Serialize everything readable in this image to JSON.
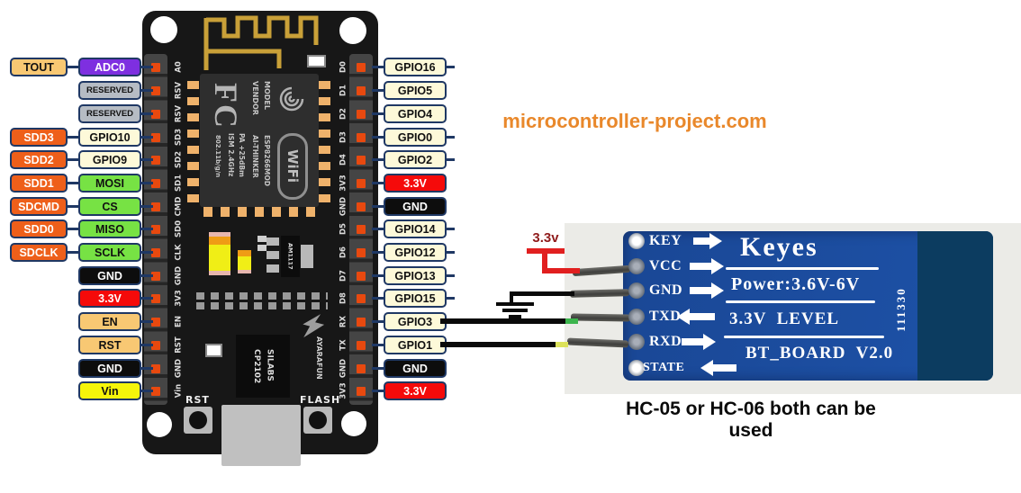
{
  "page": {
    "title": "microcontroller-project.com",
    "caption": "HC-05 or HC-06 both can be used"
  },
  "wiring": {
    "supply_label": "3.3v"
  },
  "nodemcu": {
    "left_rows": [
      {
        "outer": "TOUT",
        "inner": "ADC0"
      },
      {
        "inner": "RESERVED"
      },
      {
        "inner": "RESERVED"
      },
      {
        "outer": "SDD3",
        "inner": "GPIO10"
      },
      {
        "outer": "SDD2",
        "inner": "GPIO9"
      },
      {
        "outer": "SDD1",
        "inner": "MOSI"
      },
      {
        "outer": "SDCMD",
        "inner": "CS"
      },
      {
        "outer": "SDD0",
        "inner": "MISO"
      },
      {
        "outer": "SDCLK",
        "inner": "SCLK"
      },
      {
        "inner": "GND"
      },
      {
        "inner": "3.3V"
      },
      {
        "inner": "EN"
      },
      {
        "inner": "RST"
      },
      {
        "inner": "GND"
      },
      {
        "inner": "Vin"
      }
    ],
    "right_rows": [
      {
        "label": "GPIO16"
      },
      {
        "label": "GPIO5"
      },
      {
        "label": "GPIO4"
      },
      {
        "label": "GPIO0"
      },
      {
        "label": "GPIO2"
      },
      {
        "label": "3.3V"
      },
      {
        "label": "GND"
      },
      {
        "label": "GPIO14"
      },
      {
        "label": "GPIO12"
      },
      {
        "label": "GPIO13"
      },
      {
        "label": "GPIO15"
      },
      {
        "label": "GPIO3"
      },
      {
        "label": "GPIO1"
      },
      {
        "label": "GND"
      },
      {
        "label": "3.3V"
      }
    ],
    "left_silk": [
      "A0",
      "RSV",
      "RSV",
      "SD3",
      "SD2",
      "SD1",
      "CMD",
      "SD0",
      "CLK",
      "GND",
      "3V3",
      "EN",
      "RST",
      "GND",
      "Vin"
    ],
    "right_silk": [
      "D0",
      "D1",
      "D2",
      "D3",
      "D4",
      "3V3",
      "GND",
      "D5",
      "D6",
      "D7",
      "D8",
      "RX",
      "TX",
      "GND",
      "3V3"
    ],
    "esp": {
      "fcc": "FC",
      "model_col": "MODEL",
      "vendor_col": "VENDOR",
      "id_col": "ESP8266MOD",
      "maker_col": "AI-THINKER",
      "radio_col1": "ISM 2.4GHz",
      "radio_col2": "PA +25dBm",
      "std": "802.11b/g/n",
      "wifi": "WiFi"
    },
    "regulator": "AM1117",
    "usb_chip_line1": "SILABS",
    "usb_chip_line2": "CP2102",
    "brand": "AYARAFUN",
    "rst_button": "RST",
    "flash_button": "FLASH"
  },
  "bt_module": {
    "brand": "Keyes",
    "pins": [
      {
        "name": "KEY",
        "arrow": "right"
      },
      {
        "name": "VCC",
        "arrow": "right"
      },
      {
        "name": "GND",
        "arrow": "right"
      },
      {
        "name": "TXD",
        "arrow": "left"
      },
      {
        "name": "RXD",
        "arrow": "right"
      },
      {
        "name": "STATE",
        "arrow": "left"
      }
    ],
    "power_text": "Power:3.6V-6V",
    "level_text": "3.3V  LEVEL",
    "board_text": "BT_BOARD  V2.0",
    "serial": "111330"
  },
  "colors": {
    "accent_orange": "#e9882b",
    "wire_red": "#e11f1f",
    "wire_black": "#0a0a0a",
    "label_border": "#1f3864",
    "bt_blue": "#1c4c9c"
  }
}
